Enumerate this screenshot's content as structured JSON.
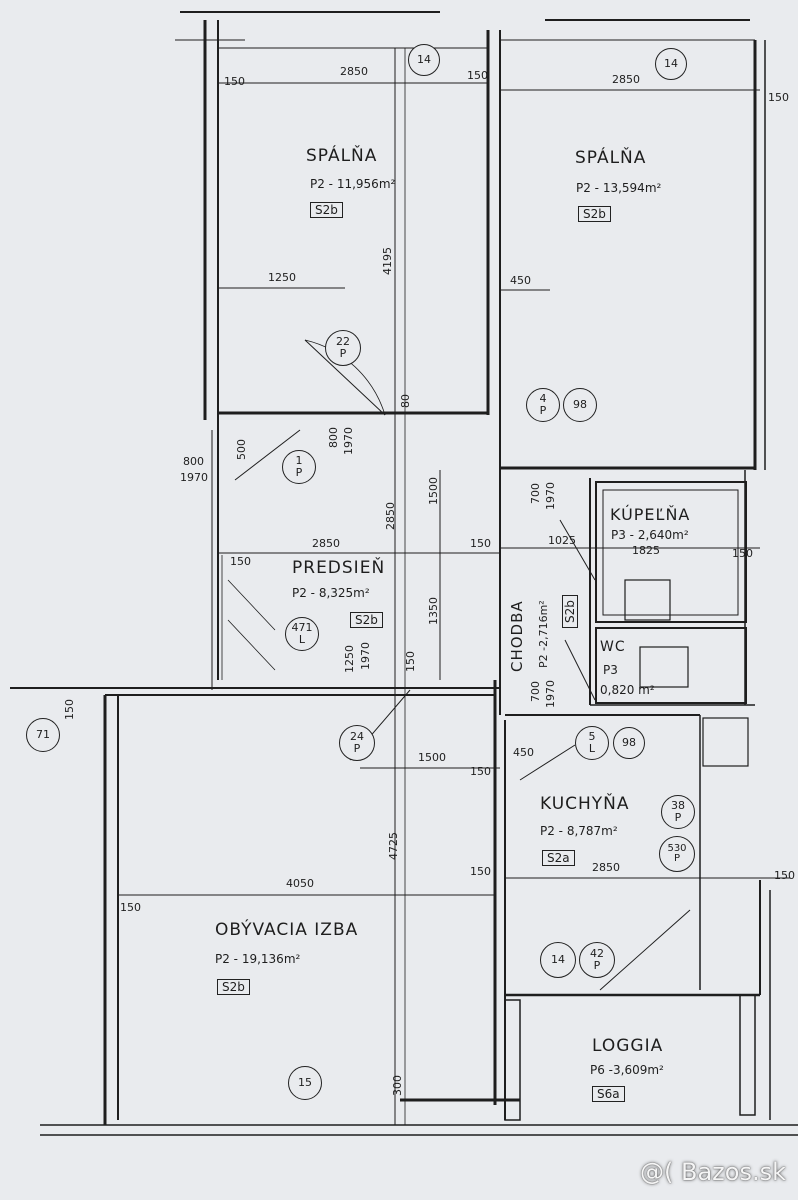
{
  "rooms": {
    "spalna1": {
      "name": "SPÁLŇA",
      "area": "P2 - 11,956m²",
      "code": "S2b"
    },
    "spalna2": {
      "name": "SPÁLŇA",
      "area": "P2 - 13,594m²",
      "code": "S2b"
    },
    "kupelna": {
      "name": "KÚPEĽŇA",
      "area": "P3 - 2,640m²",
      "width": "1825"
    },
    "wc": {
      "name": "WC",
      "level": "P3",
      "area": "0,820 m²"
    },
    "predsien": {
      "name": "PREDSIEŇ",
      "area": "P2 - 8,325m²",
      "code": "S2b"
    },
    "chodba": {
      "name": "CHODBA",
      "area": "P2 -2,716m²",
      "code": "S2b"
    },
    "kuchyna": {
      "name": "KUCHYŇA",
      "area": "P2 - 8,787m²",
      "code": "S2a"
    },
    "obyvacia": {
      "name": "OBÝVACIA IZBA",
      "area": "P2 - 19,136m²",
      "code": "S2b"
    },
    "loggia": {
      "name": "LOGGIA",
      "area": "P6 -3,609m²",
      "code": "S6a"
    }
  },
  "markers": {
    "m14a": "14",
    "m14b": "14",
    "m22p": {
      "n": "22",
      "s": "P"
    },
    "m4p": {
      "n": "4",
      "s": "P"
    },
    "m98a": "98",
    "m1p": {
      "n": "1",
      "s": "P"
    },
    "m471": {
      "n": "471",
      "s": "L"
    },
    "m71": "71",
    "m24p": {
      "n": "24",
      "s": "P"
    },
    "m5l": {
      "n": "5",
      "s": "L"
    },
    "m98b": "98",
    "m38p": {
      "n": "38",
      "s": "P"
    },
    "m530p": {
      "n": "530",
      "s": "P"
    },
    "m14c": "14",
    "m42p": {
      "n": "42",
      "s": "P"
    },
    "m15": "15"
  },
  "dims": {
    "d150_a": "150",
    "d2850_a": "2850",
    "d150_b": "150",
    "d2850_b": "2850",
    "d150_c": "150",
    "d4195": "4195",
    "d1250_a": "1250",
    "d450_a": "450",
    "d800_1970_a1": "800",
    "d800_1970_a2": "1970",
    "d80": "80",
    "d500": "500",
    "d800_b": "800",
    "d1970_b": "1970",
    "d1500_a": "1500",
    "d700_a": "700",
    "d1970_c": "1970",
    "d1025": "1025",
    "d2850_c": "2850",
    "d2850_d": "2850",
    "d150_d": "150",
    "d150_e": "150",
    "d150_f": "150",
    "d1350": "1350",
    "d1250_b": "1250",
    "d1970_d": "1970",
    "d150_g": "150",
    "d700_b": "700",
    "d1970_e": "1970",
    "d150_h": "150",
    "d1500_b": "1500",
    "d450_b": "450",
    "d150_i": "150",
    "d4725": "4725",
    "d4050": "4050",
    "d150_j": "150",
    "d150_k": "150",
    "d2850_e": "2850",
    "d150_l": "150",
    "d300": "300"
  },
  "watermark": "@( Bazos.sk"
}
